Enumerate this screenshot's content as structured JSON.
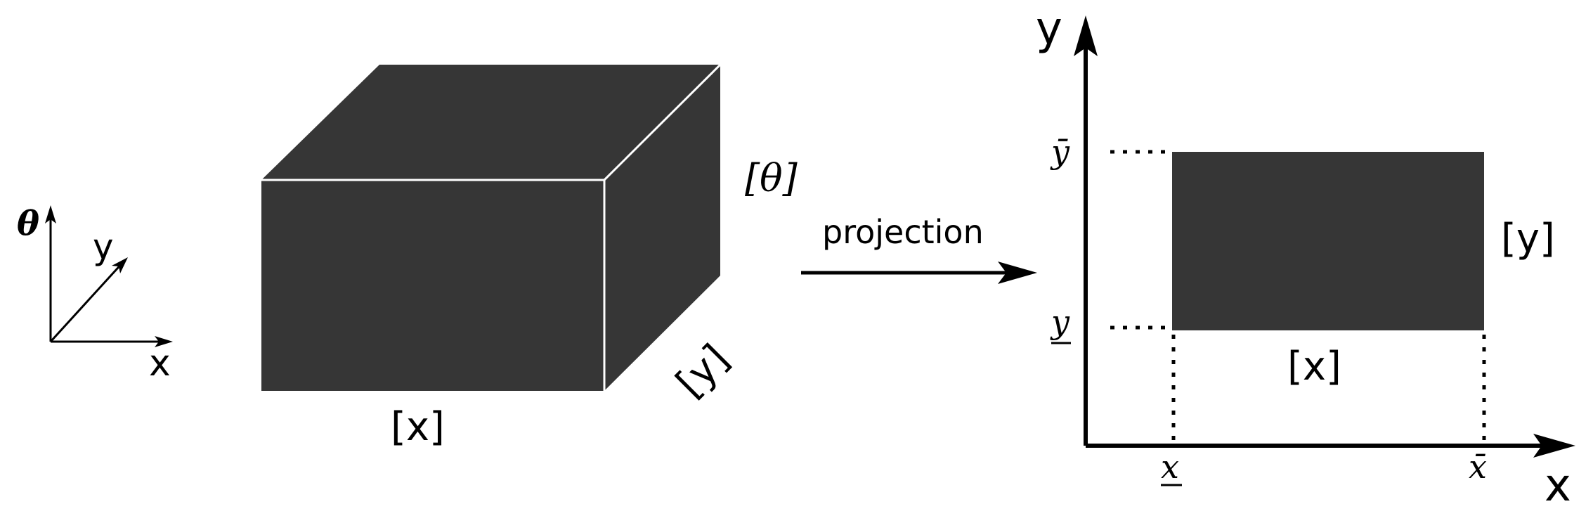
{
  "colors": {
    "fill": "#363636",
    "stroke": "#000000",
    "background": "#ffffff"
  },
  "axes3d": {
    "theta_label": "θ",
    "y_label": "y",
    "x_label": "x"
  },
  "box": {
    "x_dim_label": "[x]",
    "y_dim_label": "[y]",
    "theta_dim_label": "[θ]"
  },
  "projection_label": "projection",
  "plot2d": {
    "y_axis_label": "y",
    "x_axis_label": "x",
    "y_upper": "ȳ",
    "y_lower": "y",
    "x_lower": "x",
    "x_upper": "x̄",
    "rect_y_label": "[y]",
    "rect_x_label": "[x]"
  }
}
